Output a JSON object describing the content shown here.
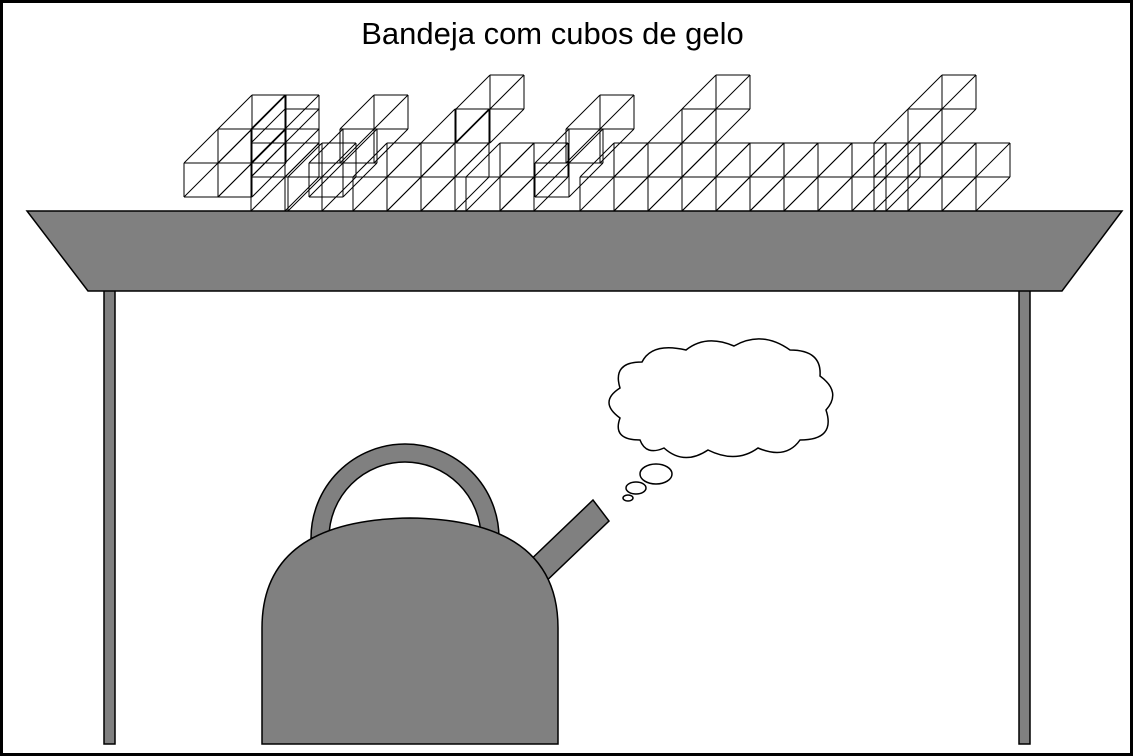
{
  "title": "Bandeja com cubos de gelo",
  "colors": {
    "background": "#ffffff",
    "fill_gray": "#808080",
    "stroke": "#000000"
  },
  "items": {
    "tray": "ice-tray",
    "cubes": "ice-cubes",
    "kettle": "kettle",
    "steam": "steam-cloud"
  }
}
